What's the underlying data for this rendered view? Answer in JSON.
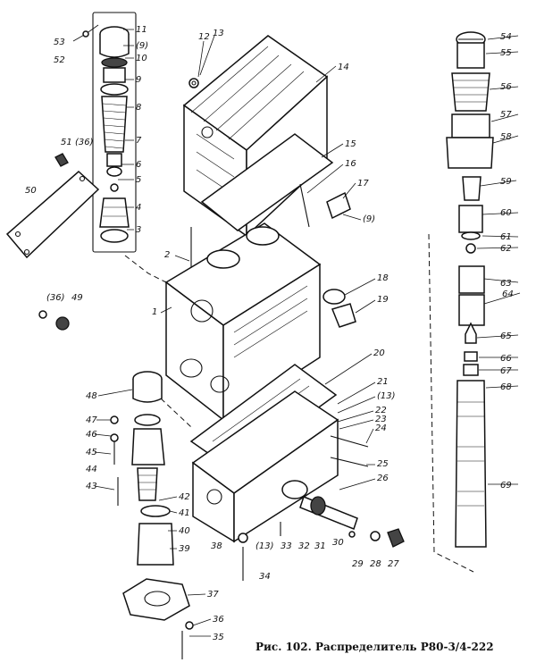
{
  "caption": "Рис. 102. Распределитель Р80-3/4-222",
  "labels": [
    {
      "id": "l53",
      "text": "53"
    },
    {
      "id": "l52",
      "text": "52"
    },
    {
      "id": "l11",
      "text": "11"
    },
    {
      "id": "l9a",
      "text": "(9)"
    },
    {
      "id": "l10",
      "text": "10"
    },
    {
      "id": "l9",
      "text": "9"
    },
    {
      "id": "l8",
      "text": "8"
    },
    {
      "id": "l7",
      "text": "7"
    },
    {
      "id": "l6",
      "text": "6"
    },
    {
      "id": "l5",
      "text": "5"
    },
    {
      "id": "l4",
      "text": "4"
    },
    {
      "id": "l3",
      "text": "3"
    },
    {
      "id": "l51",
      "text": "51"
    },
    {
      "id": "l36a",
      "text": "(36)"
    },
    {
      "id": "l50",
      "text": "50"
    },
    {
      "id": "l36b",
      "text": "(36)"
    },
    {
      "id": "l49",
      "text": "49"
    },
    {
      "id": "l12",
      "text": "12"
    },
    {
      "id": "l13",
      "text": "13"
    },
    {
      "id": "l14",
      "text": "14"
    },
    {
      "id": "l15",
      "text": "15"
    },
    {
      "id": "l16",
      "text": "16"
    },
    {
      "id": "l17",
      "text": "17"
    },
    {
      "id": "l9b",
      "text": "(9)"
    },
    {
      "id": "l2",
      "text": "2"
    },
    {
      "id": "l1",
      "text": "1"
    },
    {
      "id": "l18",
      "text": "18"
    },
    {
      "id": "l19",
      "text": "19"
    },
    {
      "id": "l20",
      "text": "20"
    },
    {
      "id": "l21",
      "text": "21"
    },
    {
      "id": "l13b",
      "text": "(13)"
    },
    {
      "id": "l22",
      "text": "22"
    },
    {
      "id": "l23",
      "text": "23"
    },
    {
      "id": "l24",
      "text": "24"
    },
    {
      "id": "l25",
      "text": "25"
    },
    {
      "id": "l26",
      "text": "26"
    },
    {
      "id": "l48",
      "text": "48"
    },
    {
      "id": "l47",
      "text": "47"
    },
    {
      "id": "l46",
      "text": "46"
    },
    {
      "id": "l45",
      "text": "45"
    },
    {
      "id": "l44",
      "text": "44"
    },
    {
      "id": "l43",
      "text": "43"
    },
    {
      "id": "l42",
      "text": "42"
    },
    {
      "id": "l41",
      "text": "41"
    },
    {
      "id": "l40",
      "text": "40"
    },
    {
      "id": "l39",
      "text": "39"
    },
    {
      "id": "l38",
      "text": "38"
    },
    {
      "id": "l13c",
      "text": "(13)"
    },
    {
      "id": "l33",
      "text": "33"
    },
    {
      "id": "l32",
      "text": "32"
    },
    {
      "id": "l31",
      "text": "31"
    },
    {
      "id": "l30",
      "text": "30"
    },
    {
      "id": "l29",
      "text": "29"
    },
    {
      "id": "l28",
      "text": "28"
    },
    {
      "id": "l27",
      "text": "27"
    },
    {
      "id": "l34",
      "text": "34"
    },
    {
      "id": "l37",
      "text": "37"
    },
    {
      "id": "l36",
      "text": "36"
    },
    {
      "id": "l35",
      "text": "35"
    },
    {
      "id": "l54",
      "text": "54"
    },
    {
      "id": "l55",
      "text": "55"
    },
    {
      "id": "l56",
      "text": "56"
    },
    {
      "id": "l57",
      "text": "57"
    },
    {
      "id": "l58",
      "text": "58"
    },
    {
      "id": "l59",
      "text": "59"
    },
    {
      "id": "l60",
      "text": "60"
    },
    {
      "id": "l61",
      "text": "61"
    },
    {
      "id": "l62",
      "text": "62"
    },
    {
      "id": "l63",
      "text": "63"
    },
    {
      "id": "l64",
      "text": "64"
    },
    {
      "id": "l65",
      "text": "65"
    },
    {
      "id": "l66",
      "text": "66"
    },
    {
      "id": "l67",
      "text": "67"
    },
    {
      "id": "l68",
      "text": "68"
    },
    {
      "id": "l69",
      "text": "69"
    }
  ]
}
